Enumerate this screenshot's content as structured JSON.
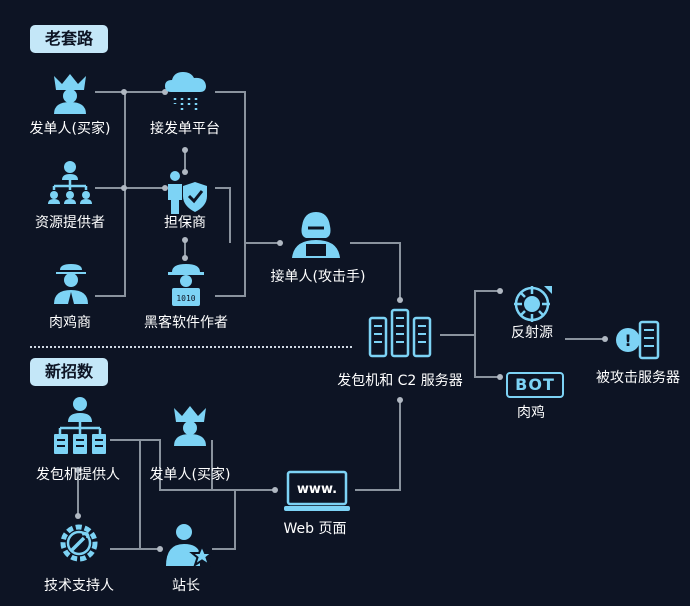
{
  "sections": {
    "old": "老套路",
    "new": "新招数"
  },
  "nodes": {
    "buyer_old": "发单人(买家)",
    "platform": "接发单平台",
    "resource": "资源提供者",
    "guarantor": "担保商",
    "broiler_dealer": "肉鸡商",
    "hacker_author": "黑客软件作者",
    "attacker": "接单人(攻击手)",
    "c2": "发包机和 C2 服务器",
    "reflector": "反射源",
    "victim": "被攻击服务器",
    "bot": "肉鸡",
    "packet_provider": "发包机提供人",
    "buyer_new": "发单人(买家)",
    "web": "Web 页面",
    "tech_support": "技术支持人",
    "webmaster": "站长"
  },
  "icons": {
    "bot_text": "BOT",
    "web_text": "www."
  },
  "colors": {
    "background": "#0d1424",
    "icon": "#7dd3f5",
    "line": "#8a939e",
    "tag_bg": "#c4e7f8"
  }
}
